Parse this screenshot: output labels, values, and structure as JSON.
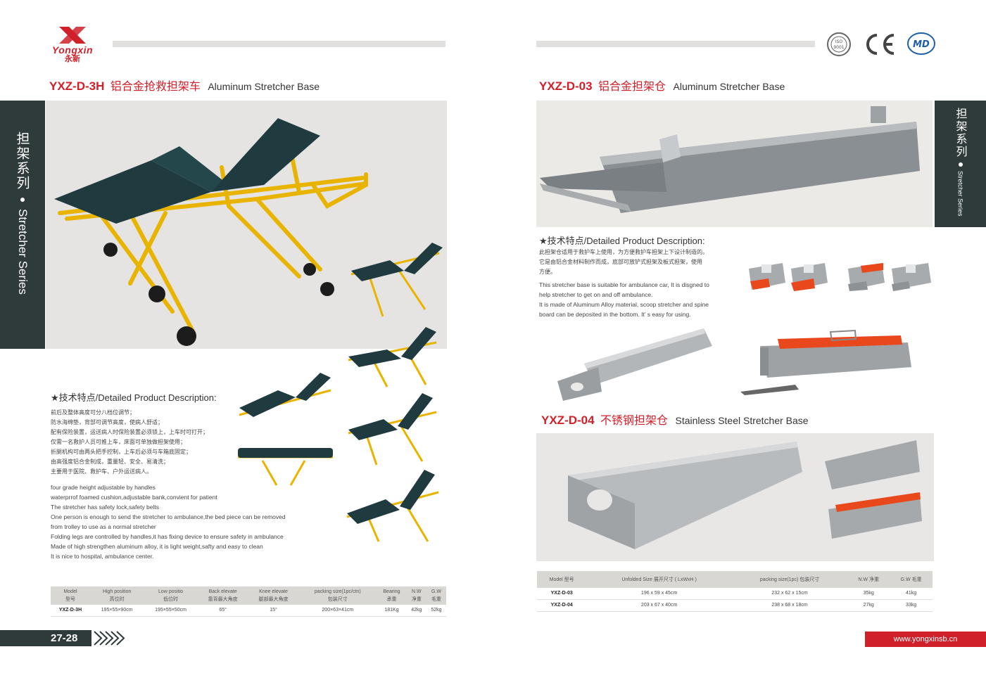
{
  "brand": {
    "name": "Yongxin",
    "name_cn": "永新",
    "website": "www.yongxinsb.cn"
  },
  "certifications": {
    "iso": "ISO 9001",
    "ce": "CE",
    "md": "MD"
  },
  "page_number": "27-28",
  "side_tab": {
    "cn": "担架系列",
    "en": "Stretcher Series"
  },
  "section_left": {
    "code": "YXZ-D-3H",
    "title_cn": "铝合金抢救担架车",
    "title_en": "Aluminum Stretcher Base",
    "desc_heading": "★技术特点/Detailed Product Description:",
    "desc_cn": [
      "前后及整体高度可分八档位调节；",
      "防水海绵垫，背部可调节高度，使病人舒适；",
      "配有保险装置，运送病人时保险装置必须锁上，上车时可打开；",
      "仅需一名救护人员可推上车，床面可单独做担架使用；",
      "折腿机构可由两头把手控制，上车后必须与车箱底固定；",
      "由高强度铝合金制成，重量轻、安全、易清洗；",
      "主要用于医院、救护车、户外运送病人。"
    ],
    "desc_en": [
      "four grade height adjustable by handles",
      "waterprrof foamed cushion,adjustable bank,convient for patient",
      "The stretcher has safety lock,safety belts",
      "One person is enough to send the stretcher to ambulance,the bed piece can be removed",
      "from trolley  to use as a normal stretcher",
      "Folding legs are controlled by handles,it has fixing device to ensure safety in ambulance",
      "Made of high strengthen aluminum alloy, it is light weight,safty and easy to clean",
      "It is nice to hospital, ambulance center."
    ],
    "table": {
      "headers": [
        {
          "en": "Model",
          "cn": "型号"
        },
        {
          "en": "High position",
          "cn": "高位时"
        },
        {
          "en": "Low positio",
          "cn": "低位时"
        },
        {
          "en": "Back elevate",
          "cn": "靠背最大角度"
        },
        {
          "en": "Knee elevate",
          "cn": "腿部最大角度"
        },
        {
          "en": "packing size(1pc/ctn)",
          "cn": "包装尺寸"
        },
        {
          "en": "Bearing",
          "cn": "承重"
        },
        {
          "en": "N.W",
          "cn": "净重"
        },
        {
          "en": "G.W",
          "cn": "毛重"
        }
      ],
      "rows": [
        [
          "YXZ-D-3H",
          "195×55×90cm",
          "195×55×50cm",
          "65°",
          "15°",
          "200×63×41cm",
          "181Kg",
          "42kg",
          "52kg"
        ]
      ]
    }
  },
  "section_right_top": {
    "code": "YXZ-D-03",
    "title_cn": "铝合金担架仓",
    "title_en": "Aluminum Stretcher Base",
    "desc_heading": "★技术特点/Detailed Product Description:",
    "desc_cn": [
      "此担架仓适用于救护车上使用，为方便救护车担架上下设计制造的。",
      "它是由铝合金材料制作而成，底部可放铲式担架及板式担架，使用",
      "方便。"
    ],
    "desc_en": [
      "This stretcher base is suitable for ambulance car, It is disgned to",
      "help stretcher to get on and off ambulance.",
      "It is made of Aluminum Alloy material, scoop stretcher and spine",
      "board can be deposited in the bottom. It’ s easy for using."
    ]
  },
  "section_right_bottom": {
    "code": "YXZ-D-04",
    "title_cn": "不锈钢担架仓",
    "title_en": "Stainless Steel Stretcher Base"
  },
  "table_right": {
    "headers": [
      "Model 型号",
      "Unfolded Size 展开尺寸 ( LxWxH )",
      "packing size(1pc) 包装尺寸",
      "N.W 净重",
      "G.W 毛重"
    ],
    "rows": [
      [
        "YXZ-D-03",
        "196 x 59 x 45cm",
        "232 x 62 x 15cm",
        "35kg",
        "41kg"
      ],
      [
        "YXZ-D-04",
        "203 x 67 x 40cm",
        "238 x 68 x 18cm",
        "27kg",
        "33kg"
      ]
    ]
  },
  "colors": {
    "accent_red": "#d0202a",
    "dark_tab": "#2f3a3b",
    "stretcher_yellow": "#e8b400",
    "mattress": "#1f3b3f",
    "orange_board": "#e8481c"
  }
}
